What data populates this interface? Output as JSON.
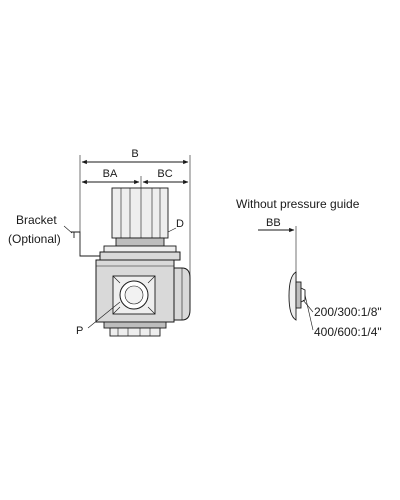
{
  "labels": {
    "dim_b": "B",
    "dim_ba": "BA",
    "dim_bc": "BC",
    "dim_d": "D",
    "dim_p": "P",
    "dim_bb": "BB",
    "bracket_line1": "Bracket",
    "bracket_line2": "(Optional)",
    "side_title": "Without pressure guide",
    "port_size_1": "200/300:1/8\"",
    "port_size_2": "400/600:1/4\""
  }
}
